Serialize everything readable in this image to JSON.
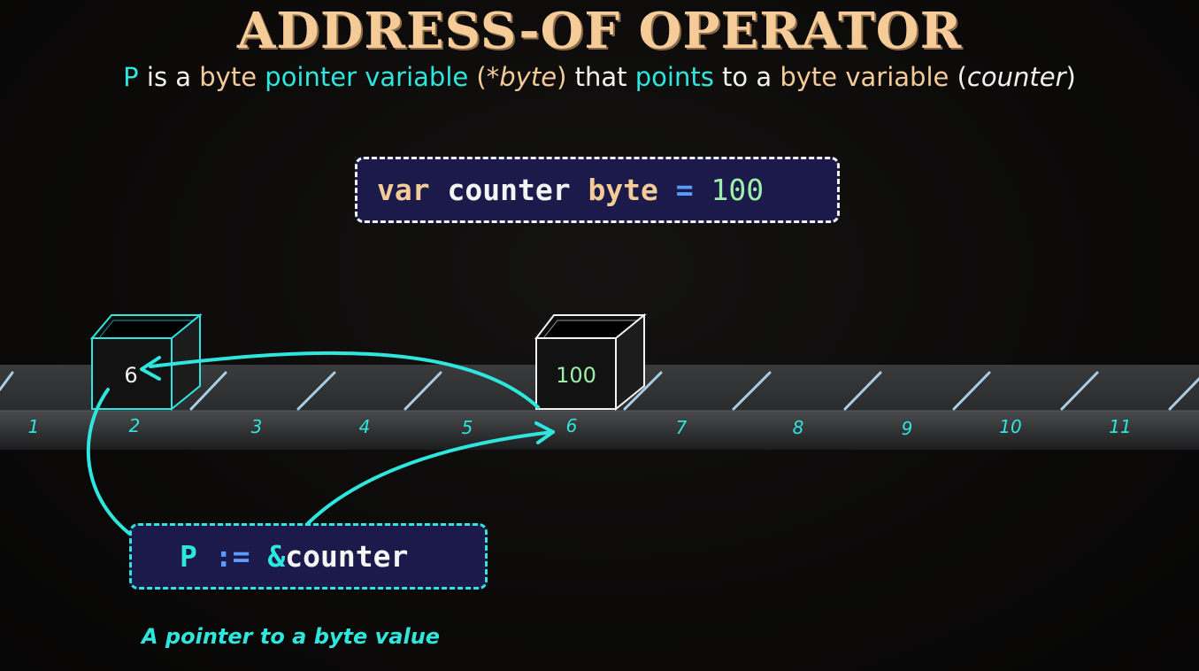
{
  "title": "ADDRESS-OF OPERATOR",
  "subtitle": {
    "p": "P",
    "is_a": " is a ",
    "byte": "byte",
    "pointer_variable": " pointer variable",
    "open": " (*",
    "byte_it": "byte",
    "close": ")",
    "that": " that",
    "points": " points",
    "to_a": " to a",
    "byte_variable": " byte variable",
    "open2": " (",
    "counter_it": "counter",
    "close2": ")"
  },
  "code_top": {
    "kw_var": "var",
    "name": "counter",
    "type": "byte",
    "op": "=",
    "value": "100"
  },
  "code_bottom": {
    "p": "P",
    "op": ":=",
    "amp": "&",
    "name": "counter"
  },
  "boxes": {
    "pointer_value": "6",
    "counter_value": "100"
  },
  "addresses": [
    "1",
    "2",
    "3",
    "4",
    "5",
    "6",
    "7",
    "8",
    "9",
    "10",
    "11"
  ],
  "caption": "A pointer to a byte value",
  "colors": {
    "background": "#0a0908",
    "title": "#f5cb98",
    "accent_cyan": "#2ee6dd",
    "code_bg": "#1b1a4a",
    "operator_blue": "#5a9cff",
    "number_green": "#9ef0a8"
  }
}
